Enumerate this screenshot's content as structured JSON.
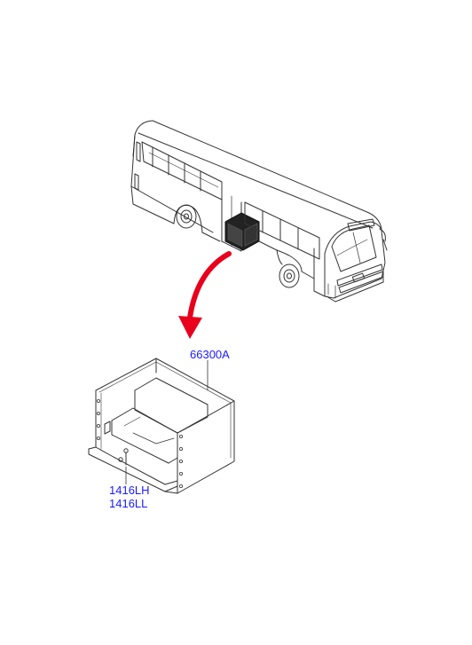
{
  "parts": [
    {
      "id": "66300A",
      "label": "66300A"
    },
    {
      "id": "1416LH",
      "label": "1416LH"
    },
    {
      "id": "1416LL",
      "label": "1416LL"
    }
  ],
  "colors": {
    "line": "#333333",
    "callout_text": "#1a1aff",
    "arrow": "#e8001c",
    "highlight": "#222222"
  },
  "icons": {
    "vehicle": "bus-illustration",
    "pointer": "red-curved-arrow",
    "part": "battery-box-tray"
  }
}
